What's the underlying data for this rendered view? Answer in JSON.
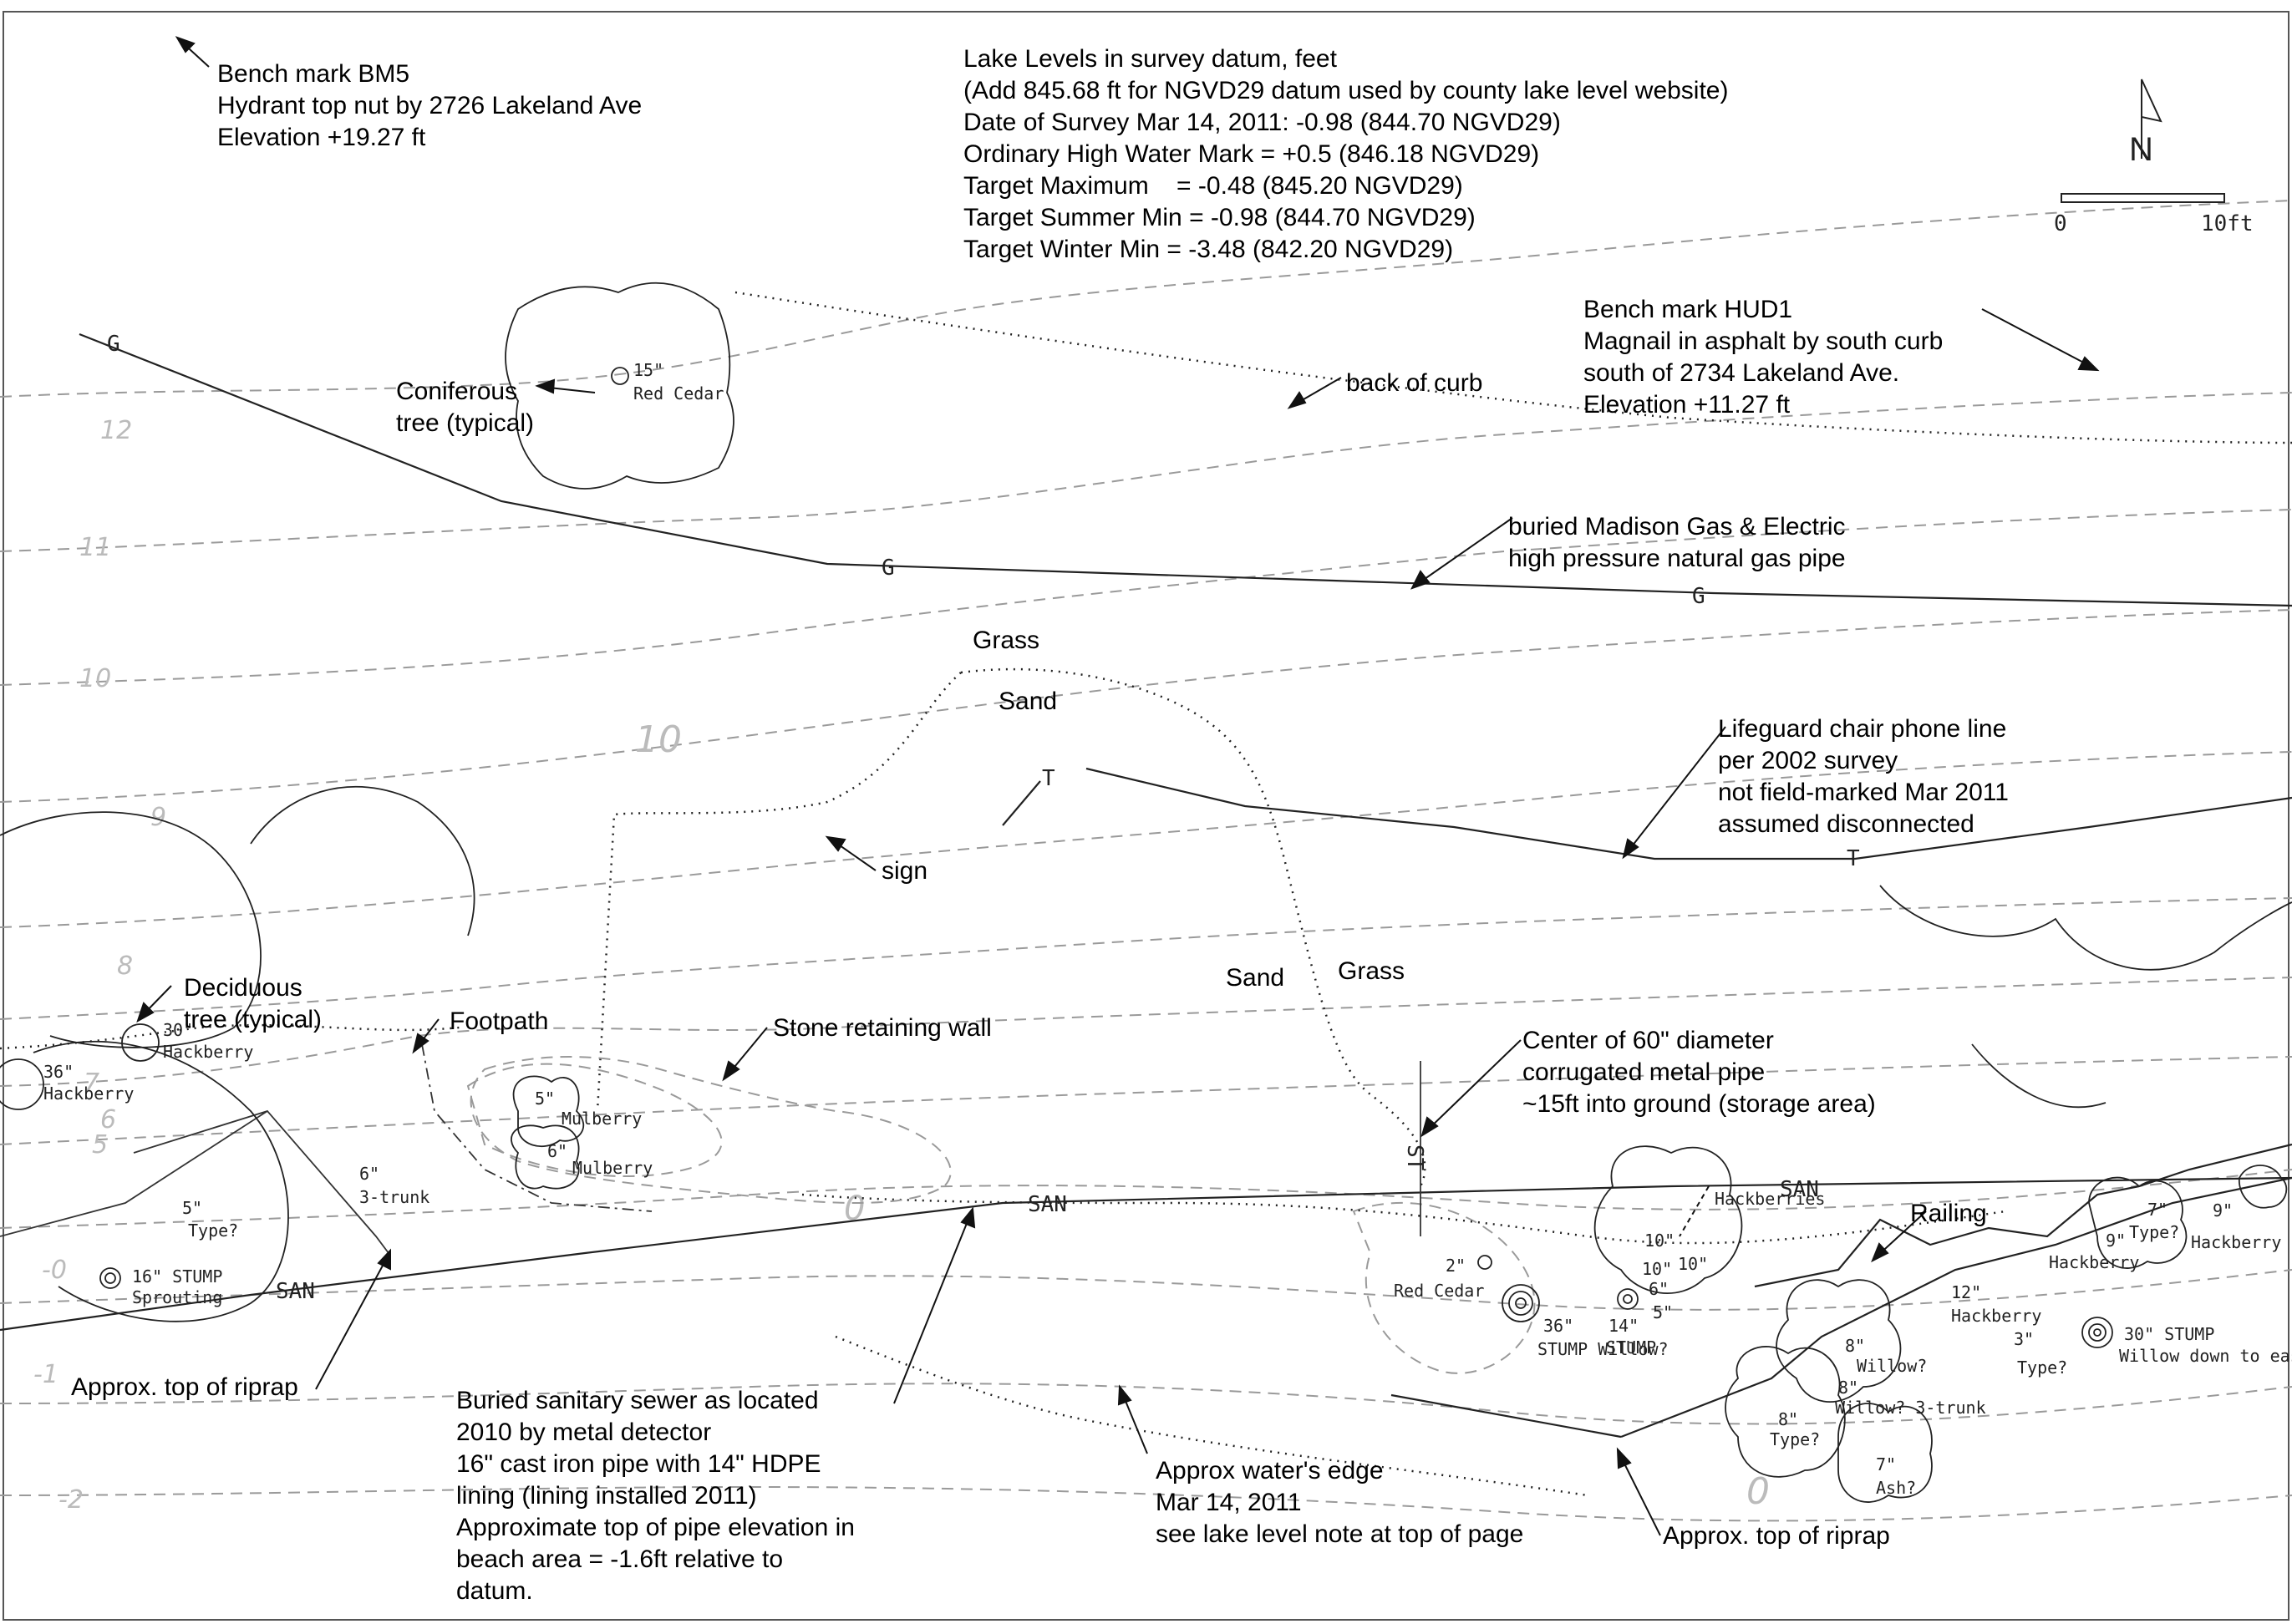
{
  "bench_mark_bm5": {
    "title": "Bench mark BM5",
    "line2": "Hydrant top nut by 2726 Lakeland Ave",
    "line3": "Elevation +19.27 ft"
  },
  "lake_levels": [
    "Lake Levels in survey datum, feet",
    "(Add 845.68 ft for NGVD29 datum used by county lake level website)",
    "Date of Survey Mar 14, 2011: -0.98 (844.70 NGVD29)",
    "Ordinary High Water Mark = +0.5 (846.18 NGVD29)",
    "Target Maximum    = -0.48 (845.20 NGVD29)",
    "Target Summer Min = -0.98 (844.70 NGVD29)",
    "Target Winter Min = -3.48 (842.20 NGVD29)"
  ],
  "north_arrow": {
    "label": "N"
  },
  "scale_bar": {
    "start": "0",
    "end": "10ft"
  },
  "bench_mark_hud1": [
    "Bench mark HUD1",
    "Magnail in asphalt by south curb",
    "south of 2734 Lakeland Ave.",
    "Elevation +11.27 ft"
  ],
  "labels": {
    "coniferous": [
      "Coniferous",
      "tree (typical)"
    ],
    "back_of_curb": "back of curb",
    "gas_pipe": [
      "buried Madison Gas & Electric",
      "high pressure natural gas pipe"
    ],
    "grass_top": "Grass",
    "sand_top": "Sand",
    "phone_line": [
      "Lifeguard chair phone line",
      "per 2002 survey",
      "not field-marked Mar 2011",
      "assumed disconnected"
    ],
    "sign": "sign",
    "sand_mid": "Sand",
    "grass_mid": "Grass",
    "deciduous": [
      "Deciduous",
      "tree (typical)"
    ],
    "footpath": "Footpath",
    "retaining_wall": "Stone retaining wall",
    "metal_pipe": [
      "Center of 60\" diameter",
      "corrugated metal pipe",
      "~15ft into ground (storage area)"
    ],
    "railing": "Railing",
    "riprap_left": "Approx. top of riprap",
    "sewer": [
      "Buried sanitary sewer as located",
      "2010 by metal detector",
      "16\" cast iron pipe with 14\" HDPE",
      "lining (lining installed 2011)",
      "Approximate top of pipe elevation in",
      "beach area = -1.6ft relative to",
      "datum."
    ],
    "water_edge": [
      "Approx water's edge",
      "Mar 14, 2011",
      "see lake level note at top of page"
    ],
    "riprap_right": "Approx. top of riprap"
  },
  "trees": [
    {
      "size": "15\"",
      "species": "Red Cedar"
    },
    {
      "size": "30\"",
      "species": "Hackberry"
    },
    {
      "size": "36\"",
      "species": "Hackberry"
    },
    {
      "size": "5\"",
      "species": "Mulberry"
    },
    {
      "size": "6\"",
      "species": "Mulberry"
    },
    {
      "size": "6\"",
      "species": "3-trunk"
    },
    {
      "size": "5\"",
      "species": "Type?"
    },
    {
      "size": "16\" STUMP",
      "species": "Sprouting"
    },
    {
      "size": "2\"",
      "species": "Red Cedar"
    },
    {
      "size": "36\"",
      "species": "STUMP Willow?"
    },
    {
      "size": "14\"",
      "species": "STUMP"
    },
    {
      "size": "10\"",
      "species": "Hackberries"
    },
    {
      "size": "12\"",
      "species": "Hackberry"
    },
    {
      "size": "8\"",
      "species": "Willow?"
    },
    {
      "size": "8\"",
      "species": "Willow? 3-trunk"
    },
    {
      "size": "8\"",
      "species": "Type?"
    },
    {
      "size": "7\"",
      "species": "Ash?"
    },
    {
      "size": "3\"",
      "species": "Type?"
    },
    {
      "size": "30\" STUMP",
      "species": "Willow down to east"
    },
    {
      "size": "7\"",
      "species": "Type?"
    },
    {
      "size": "9\"",
      "species": "Hackberry"
    },
    {
      "size": "9\"",
      "species": "Hackberry"
    }
  ],
  "tree_extra": [
    "10\"",
    "6\"",
    "5\"",
    "10\""
  ],
  "contours": [
    "12",
    "11",
    "10",
    "10",
    "9",
    "8",
    "7",
    "6",
    "5",
    "0",
    "-0",
    "-1",
    "-2",
    "0"
  ],
  "utilities": {
    "gas": "G",
    "phone": "T",
    "sewer": "SAN",
    "storm": "ST"
  }
}
